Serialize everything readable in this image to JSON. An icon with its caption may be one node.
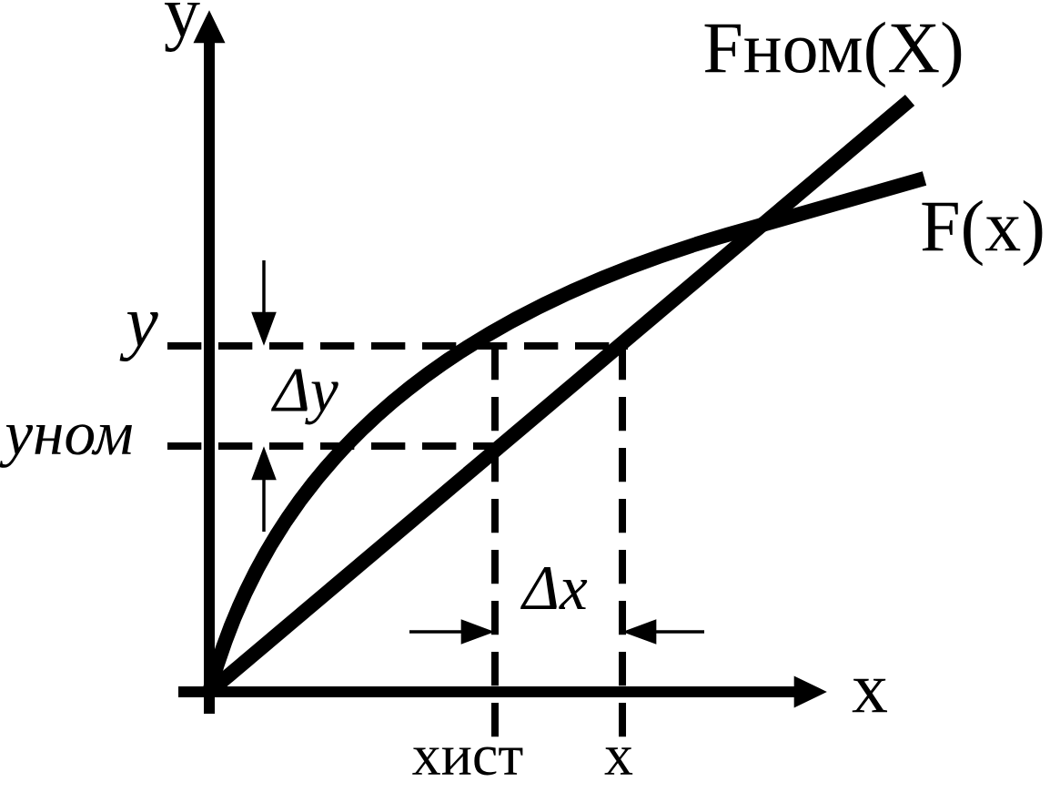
{
  "diagram": {
    "labels": [
      "y",
      "Fном(X)",
      "F(x)",
      "y",
      "Δy",
      "yном",
      "Δx",
      "x",
      "xист",
      "x"
    ]
  }
}
